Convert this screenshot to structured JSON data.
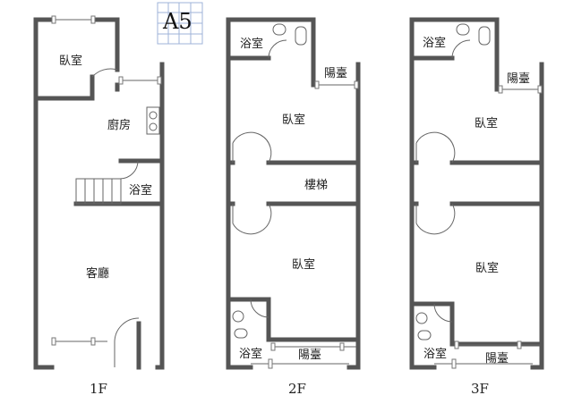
{
  "logo": {
    "text": "A5"
  },
  "floors": [
    {
      "name": "1F",
      "rooms": [
        "臥室",
        "廚房",
        "浴室",
        "客廳"
      ]
    },
    {
      "name": "2F",
      "rooms": [
        "浴室",
        "陽臺",
        "臥室",
        "樓梯",
        "臥室",
        "浴室",
        "陽臺"
      ]
    },
    {
      "name": "3F",
      "rooms": [
        "浴室",
        "陽臺",
        "臥室",
        "臥室",
        "浴室",
        "陽臺"
      ]
    }
  ]
}
